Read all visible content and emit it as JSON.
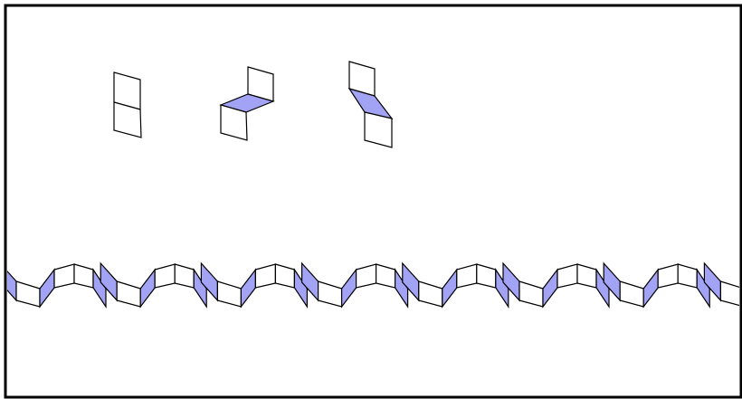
{
  "colors": {
    "background": "#ffffff",
    "stroke": "#000000",
    "shaded_face": "#a3a3f5",
    "plain_face": "#ffffff",
    "border": "#000000"
  },
  "motifs": [
    {
      "name": "flat-pair",
      "shaded_connector": false
    },
    {
      "name": "z-fold-up",
      "shaded_connector": true
    },
    {
      "name": "z-fold-down",
      "shaded_connector": true
    }
  ],
  "strip": {
    "name": "folded-frieze",
    "period_count": 7,
    "faces_per_period": 6
  }
}
